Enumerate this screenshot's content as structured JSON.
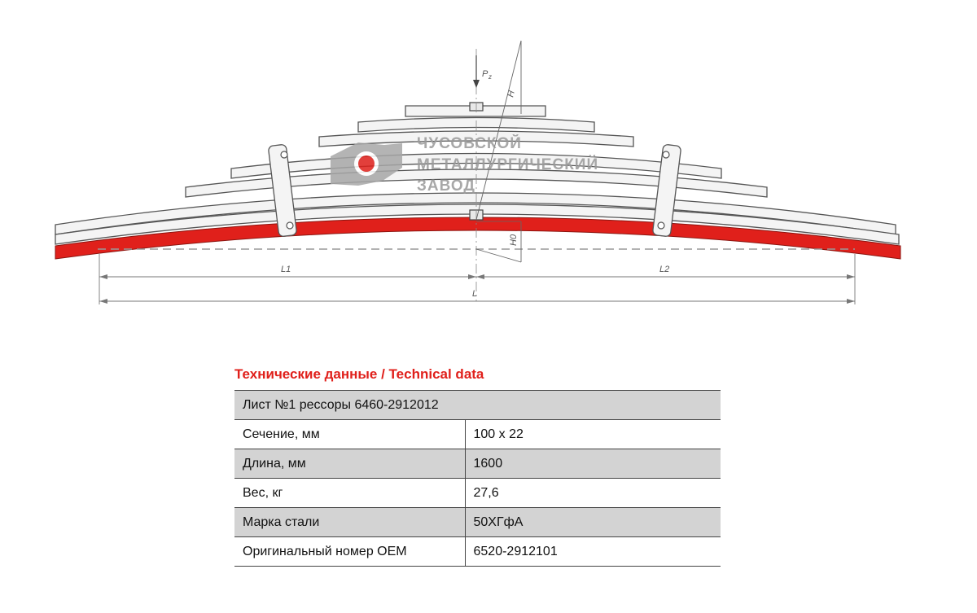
{
  "drawing": {
    "labels": {
      "force": "P",
      "force_sub": "z",
      "height": "H",
      "height0": "H0",
      "l1": "L1",
      "l2": "L2",
      "l": "L"
    },
    "logo_lines": [
      "ЧУСОВСКОЙ",
      "МЕТАЛЛУРГИЧЕСКИЙ",
      "ЗАВОД"
    ],
    "colors": {
      "main_leaf": "#e0201b",
      "leaf_fill": "#f4f4f4",
      "stroke": "#555555",
      "logo_red": "#e0201b",
      "logo_gray": "#a7a7a7"
    }
  },
  "tech": {
    "title": "Технические данные / Technical data",
    "header": "Лист №1 рессоры 6460-2912012",
    "rows": [
      {
        "label": "Сечение, мм",
        "value": "100 x 22"
      },
      {
        "label": "Длина, мм",
        "value": "1600"
      },
      {
        "label": "Вес, кг",
        "value": "27,6"
      },
      {
        "label": "Марка стали",
        "value": "50ХГфА"
      },
      {
        "label": "Оригинальный номер OEM",
        "value": "6520-2912101"
      }
    ]
  }
}
